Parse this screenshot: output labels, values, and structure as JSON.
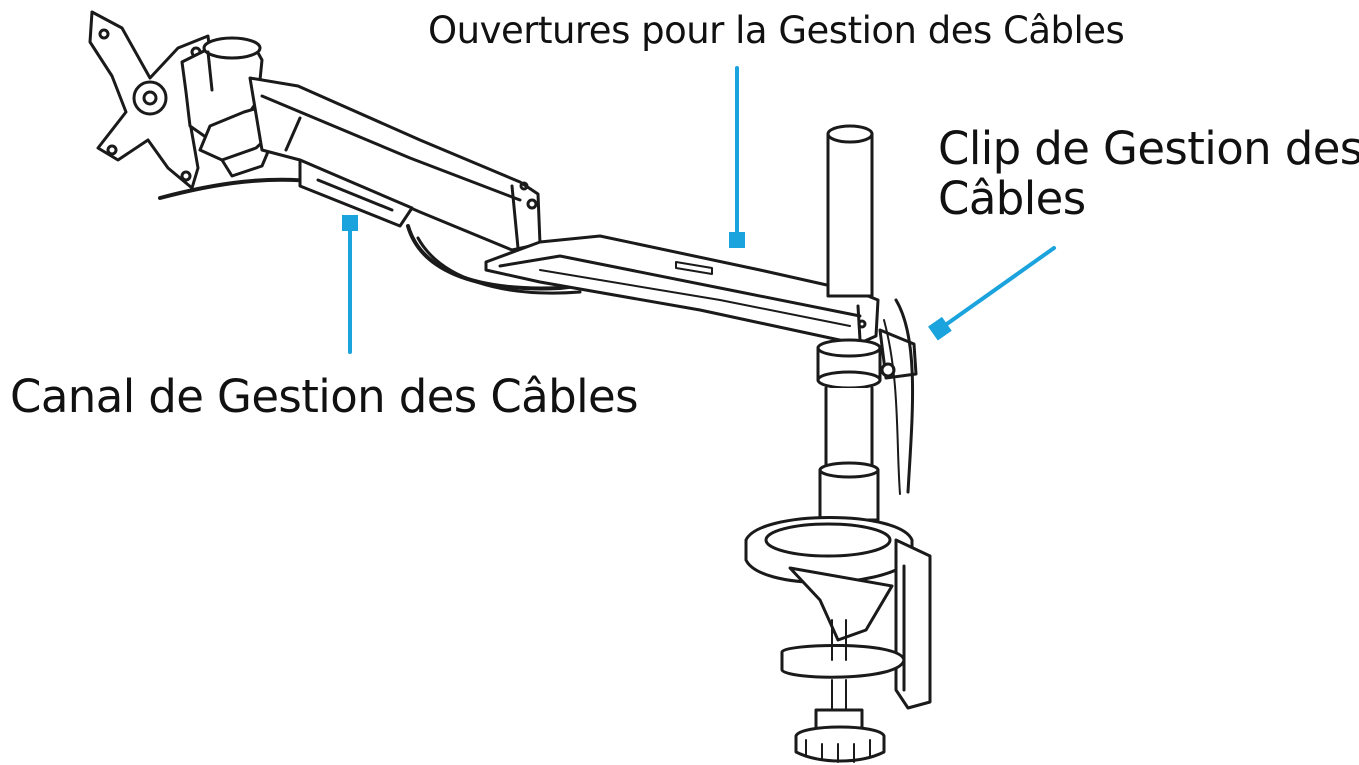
{
  "callouts": {
    "openings": "Ouvertures pour la Gestion des Câbles",
    "clip_line1": "Clip de Gestion des",
    "clip_line2": "Câbles",
    "channel": "Canal de Gestion des Câbles"
  },
  "colors": {
    "leader": "#1aa3dd",
    "ink": "#1a1a1a",
    "background": "#ffffff"
  }
}
